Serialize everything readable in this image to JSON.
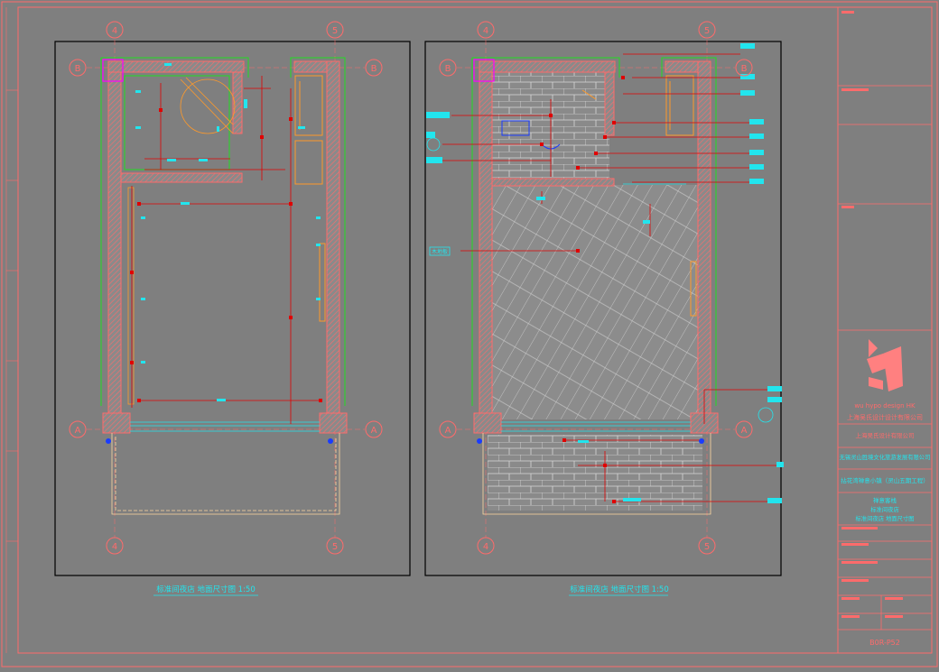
{
  "colors": {
    "background": "#7f7f7f",
    "frame": "#ff6b6b",
    "wall": "#ff6b6b",
    "green": "#22dd22",
    "cyan": "#22e5ee",
    "red": "#e00000",
    "orange": "#ff9a2a",
    "magenta": "#ff00ff",
    "blue": "#1a3cff",
    "tile": "#d8d8d8",
    "pale": "#ffd9a0"
  },
  "drawings": [
    {
      "title": "标准间夜店 地面尺寸图 1:50",
      "grid": {
        "left": "4",
        "right": "5",
        "top": "B",
        "bottom": "A"
      }
    },
    {
      "title": "标准间夜店 地面尺寸图 1:50",
      "grid": {
        "left": "4",
        "right": "5",
        "top": "B",
        "bottom": "A"
      },
      "floor_label": "木地板"
    }
  ],
  "title_block": {
    "brand": "wu hypo design HK",
    "firm_line_1": "上海吴氏设计设计有限公司",
    "firm_line_2": "上海吴氏设计有限公司",
    "client": "无锡灵山胜境文化旅游发展有限公司",
    "project": "拈花湾禅意小镇（灵山五期工程）",
    "building": "禅意客栈",
    "drawing_name_1": "标准间夜店",
    "drawing_name_2": "标准间夜店 地面尺寸图",
    "sheet_number": "B0R-P52"
  }
}
